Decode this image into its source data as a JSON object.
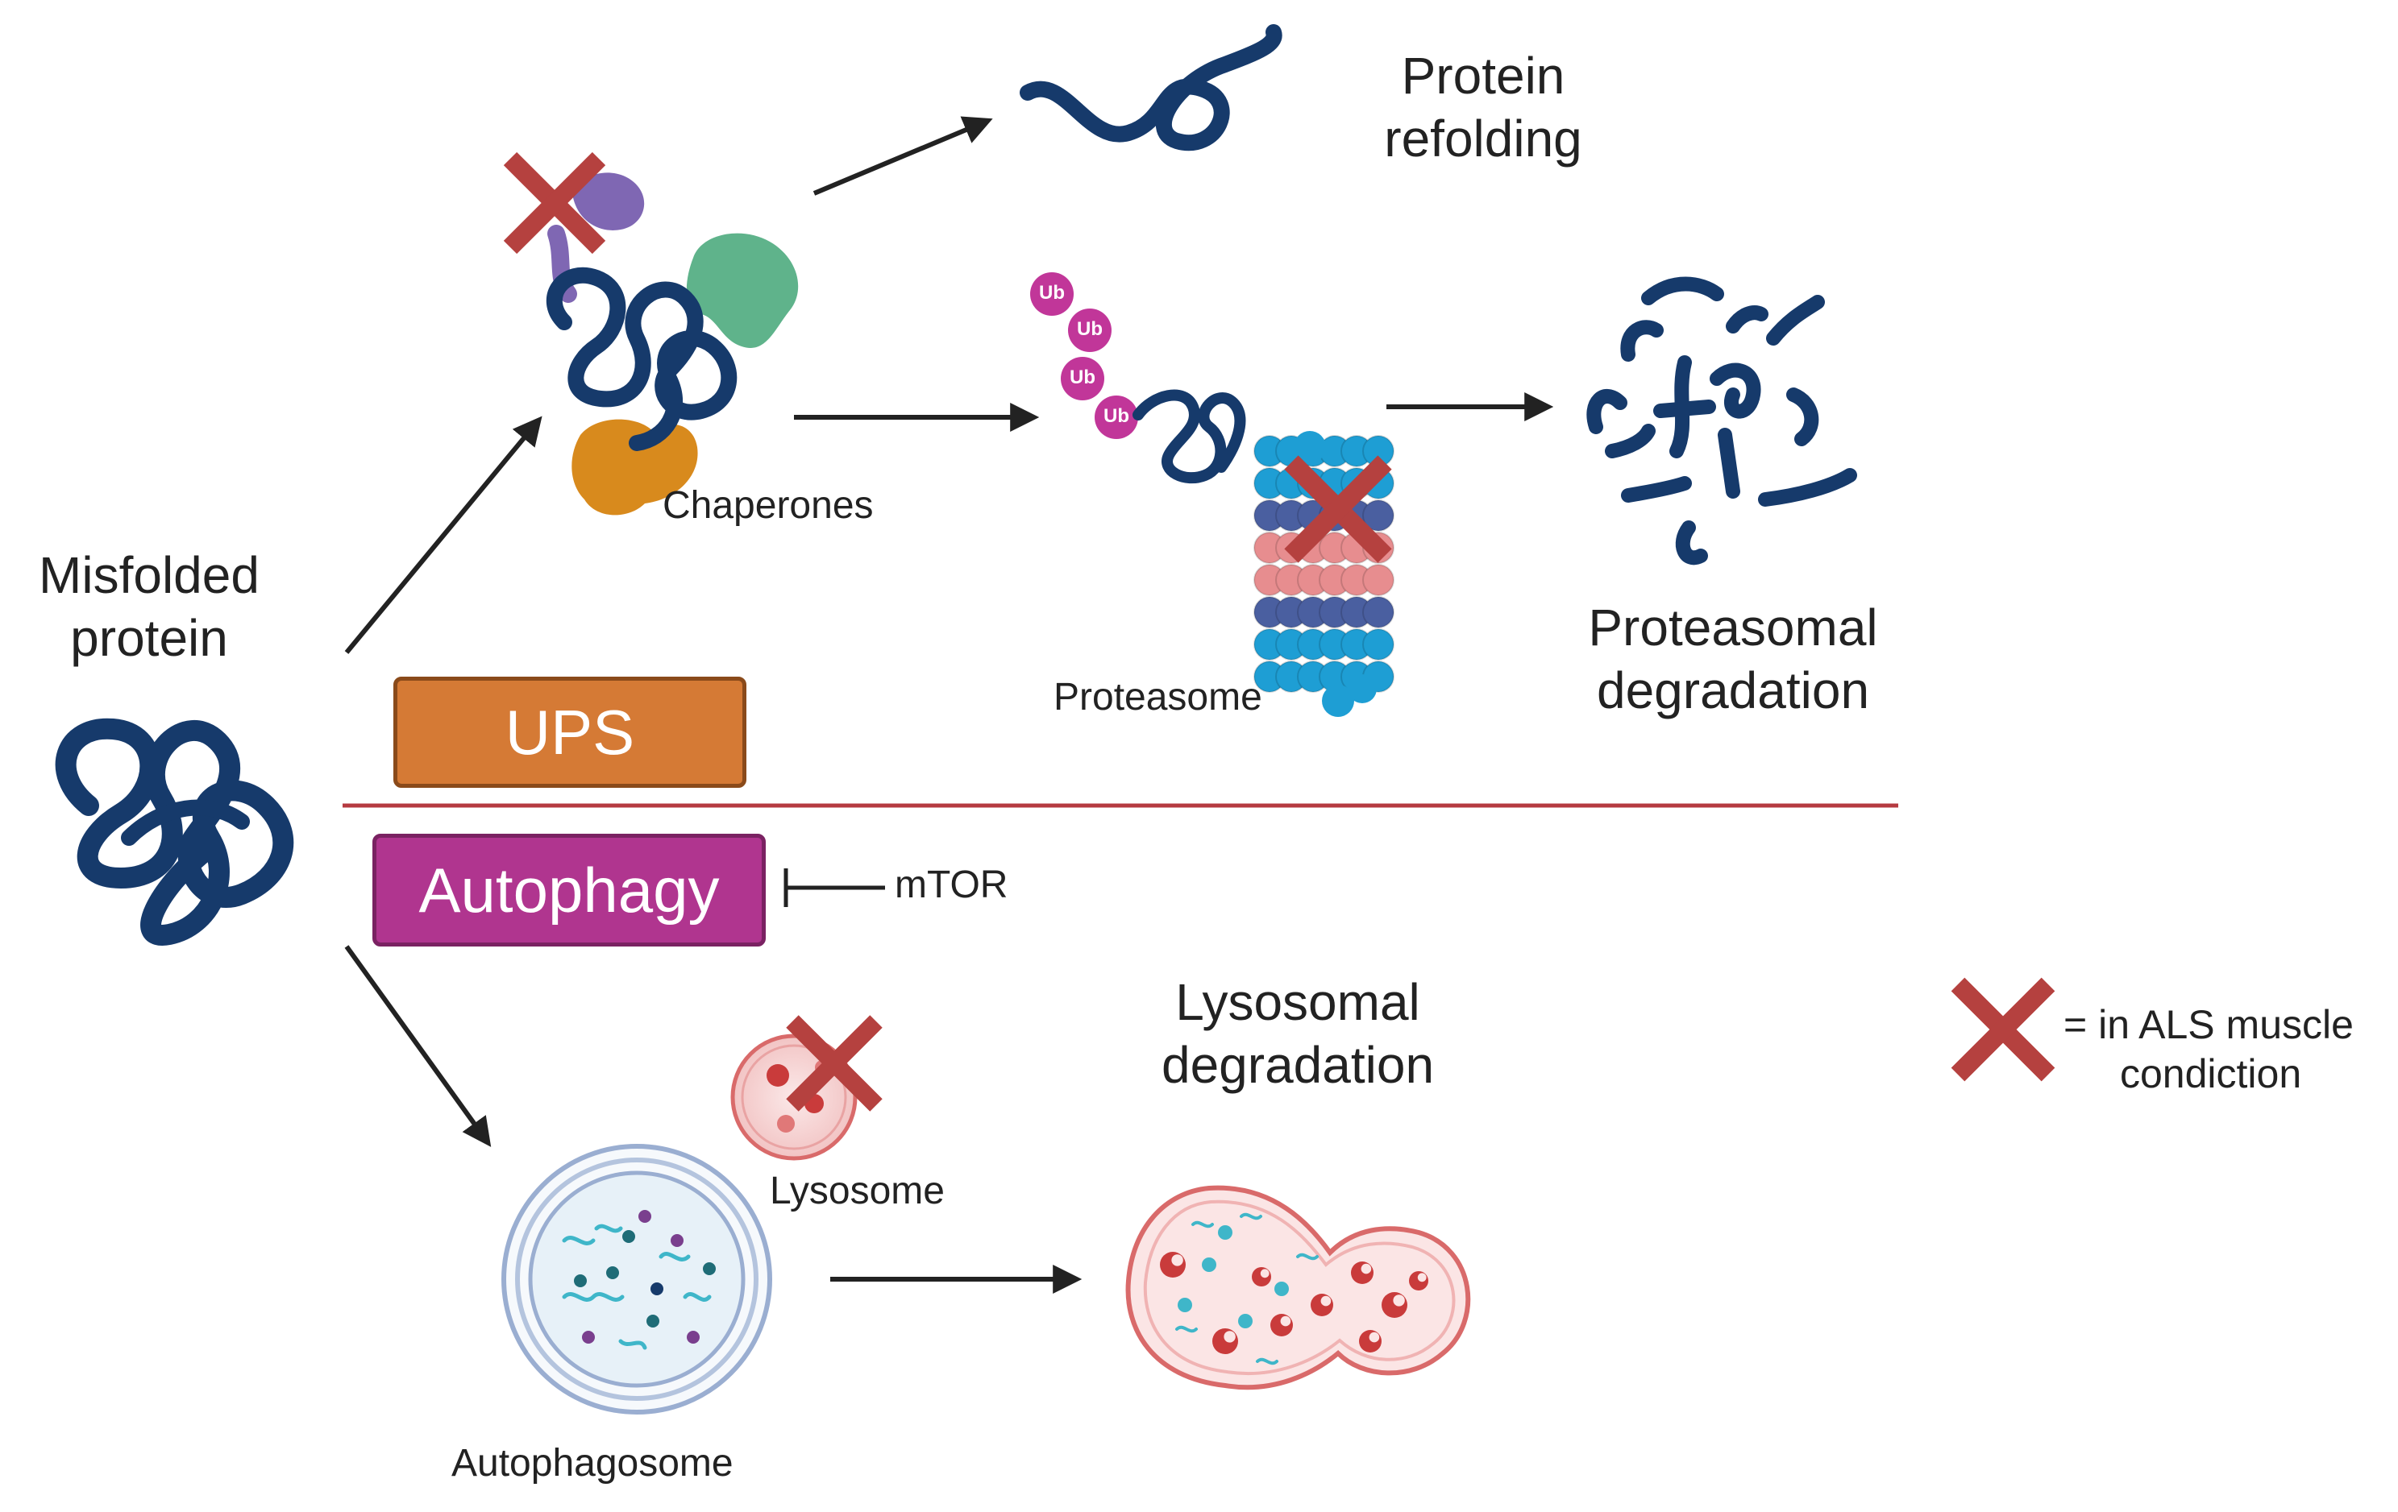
{
  "labels": {
    "misfolded_protein": [
      "Misfolded",
      "protein"
    ],
    "protein_refolding": [
      "Protein",
      "refolding"
    ],
    "chaperones": "Chaperones",
    "proteasome": "Proteasome",
    "proteasomal_degradation": [
      "Proteasomal",
      "degradation"
    ],
    "ups": "UPS",
    "autophagy": "Autophagy",
    "mtor": "mTOR",
    "lysosomal_degradation": [
      "Lysosomal",
      "degradation"
    ],
    "lysosome": "Lysosome",
    "autophagosome": "Autophagosome",
    "ubiquitin": "Ub"
  },
  "legend": {
    "text_line1": "= in ALS muscle",
    "text_line2": "condiction"
  },
  "colors": {
    "protein": "#163a6b",
    "ups_box": "#d57a35",
    "ups_border": "#8a4a1a",
    "autophagy_box": "#b0358f",
    "autophagy_border": "#7a2262",
    "divider": "#b53a40",
    "cross": "#b5413f",
    "ubiquitin": "#c13699",
    "proteasome_cyan": "#1e9ed4",
    "proteasome_navy": "#4a5fa0",
    "proteasome_pink": "#e78d8f",
    "chaperone_purple": "#7f67b3",
    "chaperone_green": "#5fb38b",
    "chaperone_orange": "#d88a1d",
    "lysosome_fill": "#f5d2d2",
    "lysosome_edge": "#d96a6a",
    "autophagosome_edge": "#9aaed1",
    "autophagosome_fill": "#e7f1f8"
  }
}
